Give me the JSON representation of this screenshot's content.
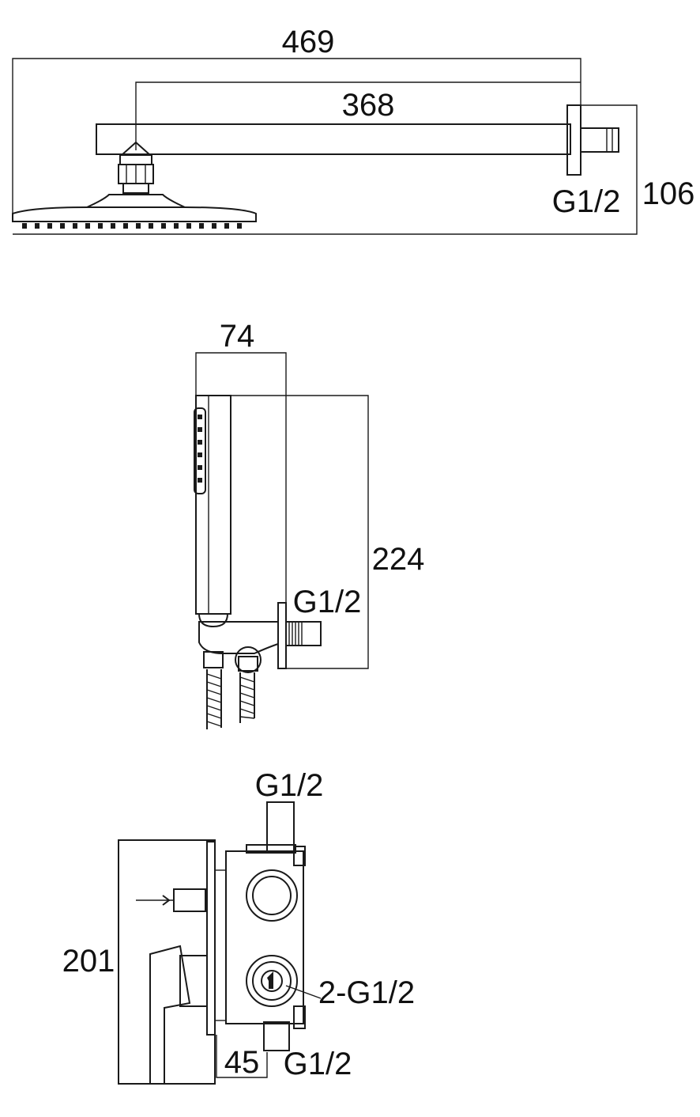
{
  "colors": {
    "line": "#1a1a1a",
    "background": "#ffffff"
  },
  "shower_head": {
    "dim_total_length": "469",
    "dim_arm_length": "368",
    "dim_height": "106",
    "thread": "G1/2"
  },
  "hand_shower": {
    "dim_width": "74",
    "dim_height": "224",
    "thread": "G1/2"
  },
  "mixer": {
    "thread_top": "G1/2",
    "dim_height": "201",
    "thread_outlets": "2-G1/2",
    "dim_depth": "45",
    "thread_bottom": "G1/2"
  }
}
